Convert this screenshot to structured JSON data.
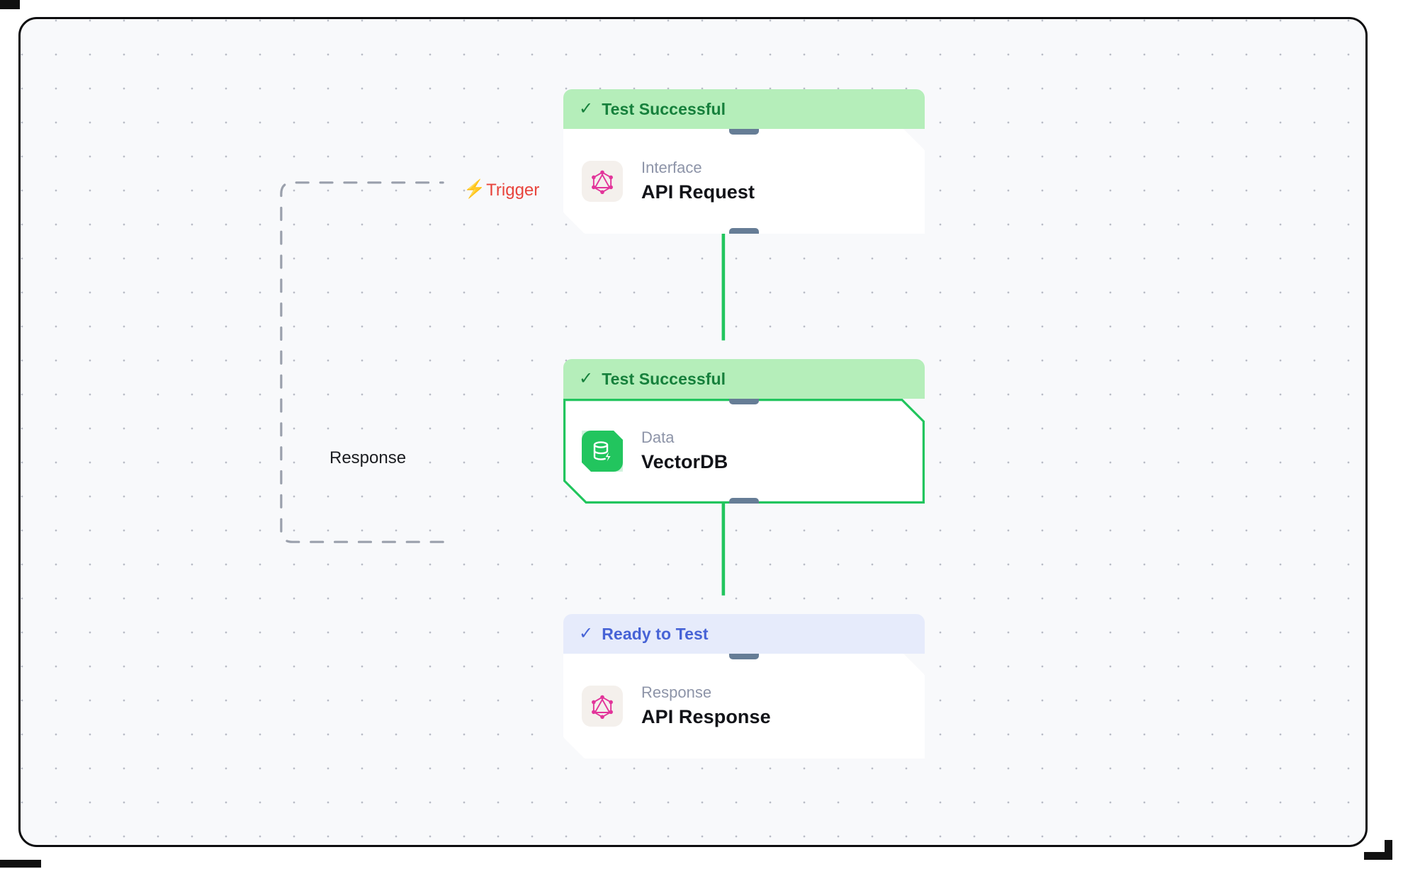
{
  "canvas": {
    "background_color": "#f8f9fb",
    "grid": "dot-grid",
    "border_color": "#0d0d0f"
  },
  "colors": {
    "status_success_bg": "#b5eeba",
    "status_success_text": "#16803c",
    "status_ready_bg": "#e6ebfb",
    "status_ready_text": "#4763d6",
    "edge_active": "#22c55e",
    "edge_dashed": "#9aa0ac",
    "trigger_label": "#e8443c",
    "handle": "#667d96",
    "graphql_icon": "#e2349a",
    "vectordb_icon_bg": "#22c55e"
  },
  "nodes": [
    {
      "id": "api-request",
      "status": {
        "label": "Test Successful",
        "state": "success",
        "icon": "check-icon"
      },
      "kind": "Interface",
      "title": "API Request",
      "icon": "graphql-icon",
      "selected": false
    },
    {
      "id": "vectordb",
      "status": {
        "label": "Test Successful",
        "state": "success",
        "icon": "check-icon"
      },
      "kind": "Data",
      "title": "VectorDB",
      "icon": "database-bolt-icon",
      "selected": true
    },
    {
      "id": "api-response",
      "status": {
        "label": "Ready to Test",
        "state": "ready",
        "icon": "check-icon"
      },
      "kind": "Response",
      "title": "API Response",
      "icon": "graphql-icon",
      "selected": false
    }
  ],
  "edges": [
    {
      "id": "trigger-edge",
      "label": "Trigger",
      "icon": "lightning-bolt-icon",
      "style": "dashed",
      "from": "api-response",
      "to": "api-request"
    },
    {
      "id": "response-edge",
      "label": "Response",
      "icon": null,
      "style": "dashed",
      "from": "api-response",
      "to": "api-request"
    },
    {
      "id": "request-to-vectordb",
      "label": "",
      "icon": null,
      "style": "solid-active",
      "from": "api-request",
      "to": "vectordb"
    },
    {
      "id": "vectordb-to-response",
      "label": "",
      "icon": null,
      "style": "solid-active",
      "from": "vectordb",
      "to": "api-response"
    }
  ]
}
